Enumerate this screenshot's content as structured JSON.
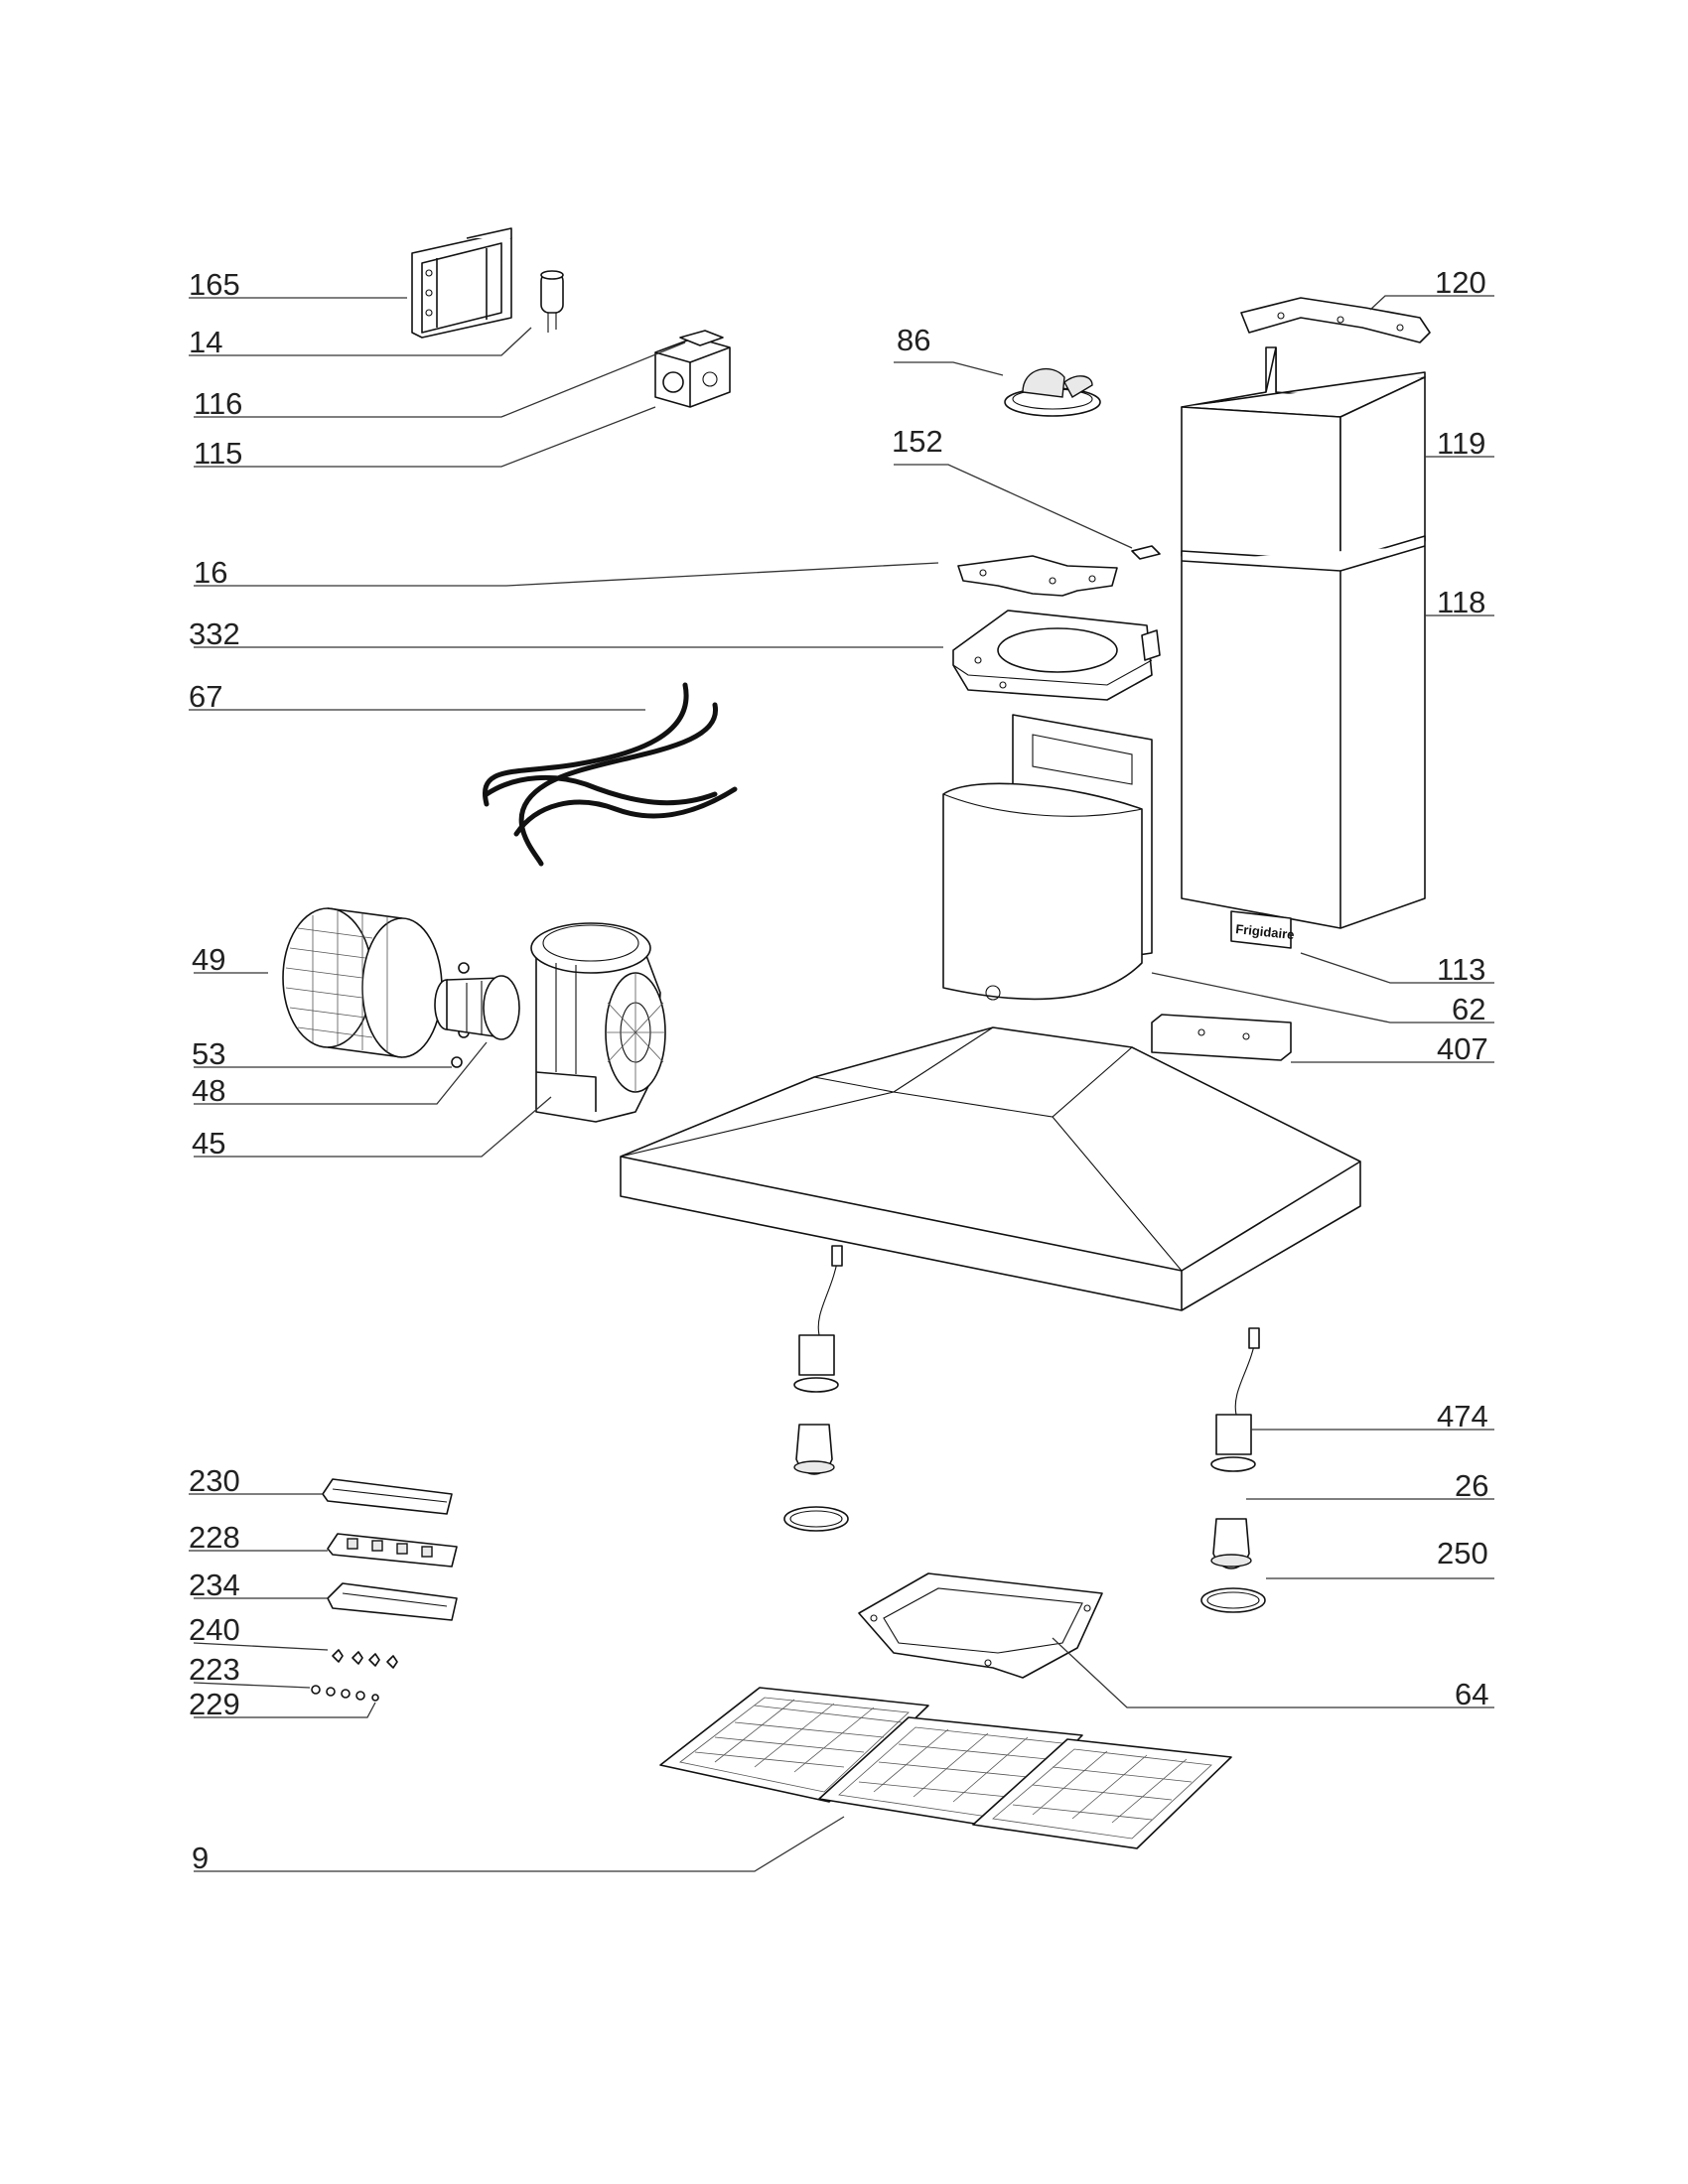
{
  "brand": "Frigidaire",
  "callouts": [
    {
      "id": "c165",
      "label": "165"
    },
    {
      "id": "c14",
      "label": "14"
    },
    {
      "id": "c116",
      "label": "116"
    },
    {
      "id": "c115",
      "label": "115"
    },
    {
      "id": "c16",
      "label": "16"
    },
    {
      "id": "c332",
      "label": "332"
    },
    {
      "id": "c67",
      "label": "67"
    },
    {
      "id": "c49",
      "label": "49"
    },
    {
      "id": "c53",
      "label": "53"
    },
    {
      "id": "c48",
      "label": "48"
    },
    {
      "id": "c45",
      "label": "45"
    },
    {
      "id": "c86",
      "label": "86"
    },
    {
      "id": "c152",
      "label": "152"
    },
    {
      "id": "c120",
      "label": "120"
    },
    {
      "id": "c119",
      "label": "119"
    },
    {
      "id": "c118",
      "label": "118"
    },
    {
      "id": "c113",
      "label": "113"
    },
    {
      "id": "c62",
      "label": "62"
    },
    {
      "id": "c407",
      "label": "407"
    },
    {
      "id": "c474",
      "label": "474"
    },
    {
      "id": "c26",
      "label": "26"
    },
    {
      "id": "c250",
      "label": "250"
    },
    {
      "id": "c64",
      "label": "64"
    },
    {
      "id": "c230",
      "label": "230"
    },
    {
      "id": "c228",
      "label": "228"
    },
    {
      "id": "c234",
      "label": "234"
    },
    {
      "id": "c240",
      "label": "240"
    },
    {
      "id": "c223",
      "label": "223"
    },
    {
      "id": "c229",
      "label": "229"
    },
    {
      "id": "c9",
      "label": "9"
    }
  ]
}
